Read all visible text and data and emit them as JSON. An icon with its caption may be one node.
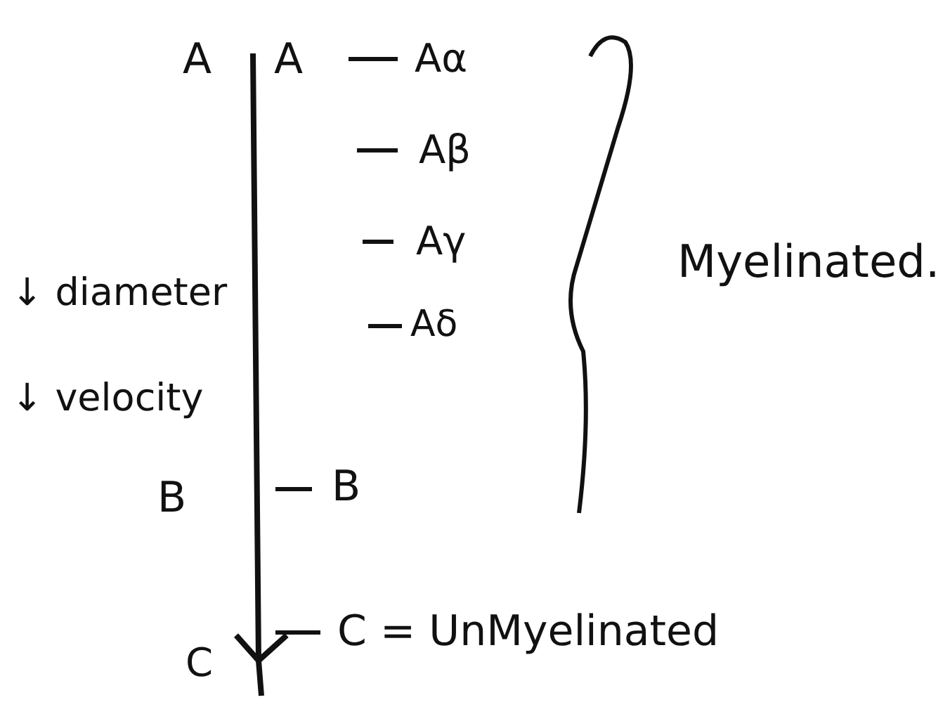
{
  "diagram": {
    "labels": [
      "A",
      "A",
      "Aα",
      "Aβ",
      "Aγ",
      "Aδ",
      "Myelinated.",
      "↓ diameter",
      "↓ velocity",
      "B",
      "B",
      "C",
      "C = UnMyelinated"
    ]
  }
}
